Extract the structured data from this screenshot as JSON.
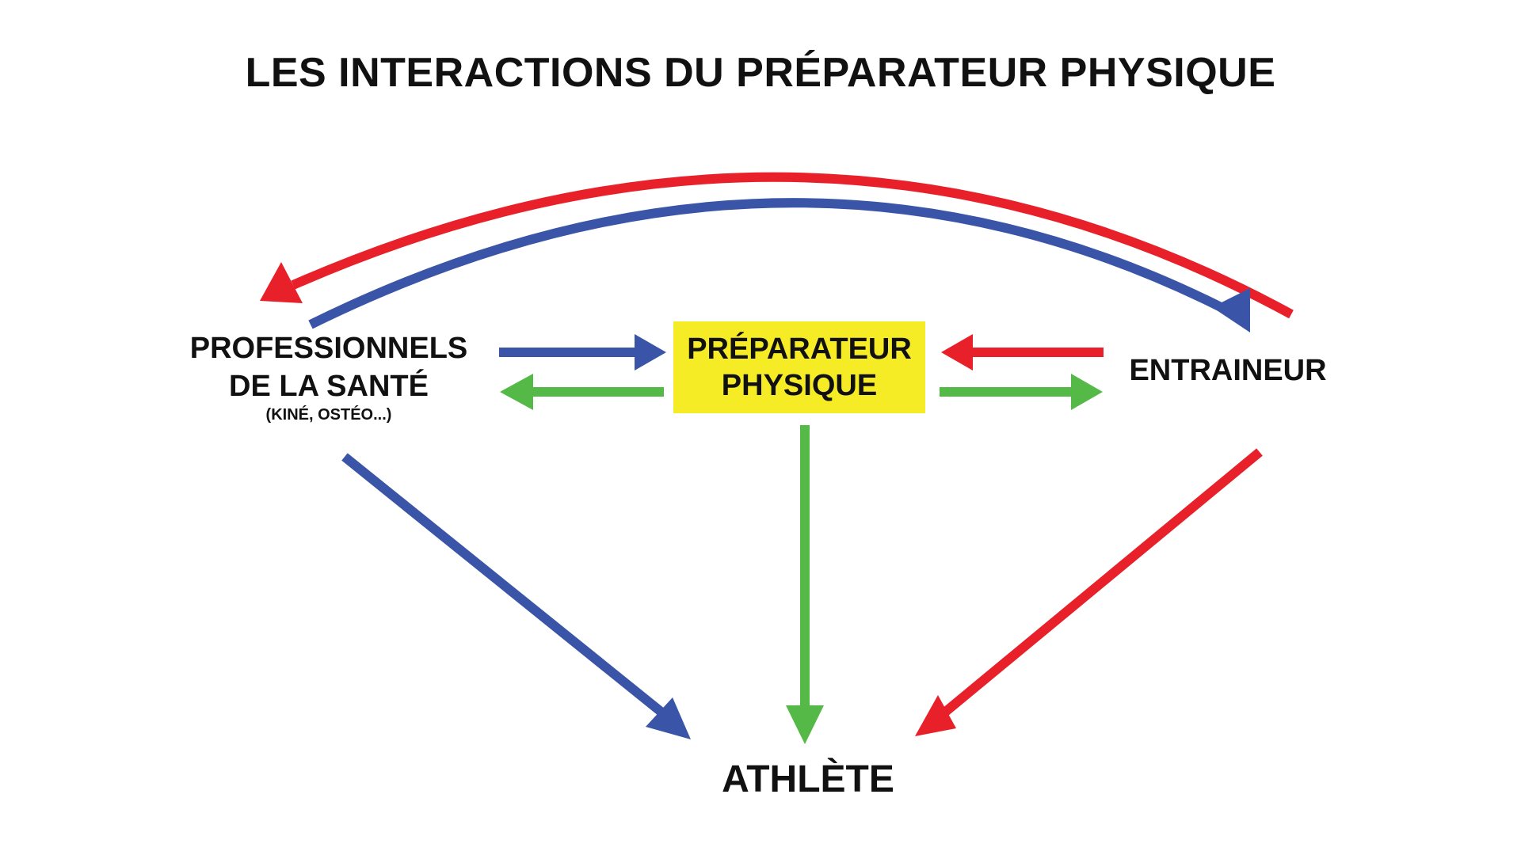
{
  "title": "LES INTERACTIONS DU PRÉPARATEUR PHYSIQUE",
  "nodes": {
    "health": {
      "line1": "PROFESSIONNELS",
      "line2": "DE LA SANTÉ",
      "sub": "(KINÉ, OSTÉO...)"
    },
    "center": {
      "line1": "PRÉPARATEUR",
      "line2": "PHYSIQUE"
    },
    "coach": {
      "label": "ENTRAINEUR"
    },
    "athlete": {
      "label": "ATHLÈTE"
    }
  },
  "colors": {
    "red": "#e8202a",
    "blue": "#3a55a8",
    "green": "#55b947",
    "highlight": "#f5ec25",
    "text": "#111111"
  },
  "arrows": [
    {
      "from": "coach",
      "to": "health",
      "color": "red"
    },
    {
      "from": "health",
      "to": "coach",
      "color": "blue"
    },
    {
      "from": "health",
      "to": "center",
      "color": "blue"
    },
    {
      "from": "center",
      "to": "health",
      "color": "green"
    },
    {
      "from": "coach",
      "to": "center",
      "color": "red"
    },
    {
      "from": "center",
      "to": "coach",
      "color": "green"
    },
    {
      "from": "health",
      "to": "athlete",
      "color": "blue"
    },
    {
      "from": "center",
      "to": "athlete",
      "color": "green"
    },
    {
      "from": "coach",
      "to": "athlete",
      "color": "red"
    }
  ]
}
